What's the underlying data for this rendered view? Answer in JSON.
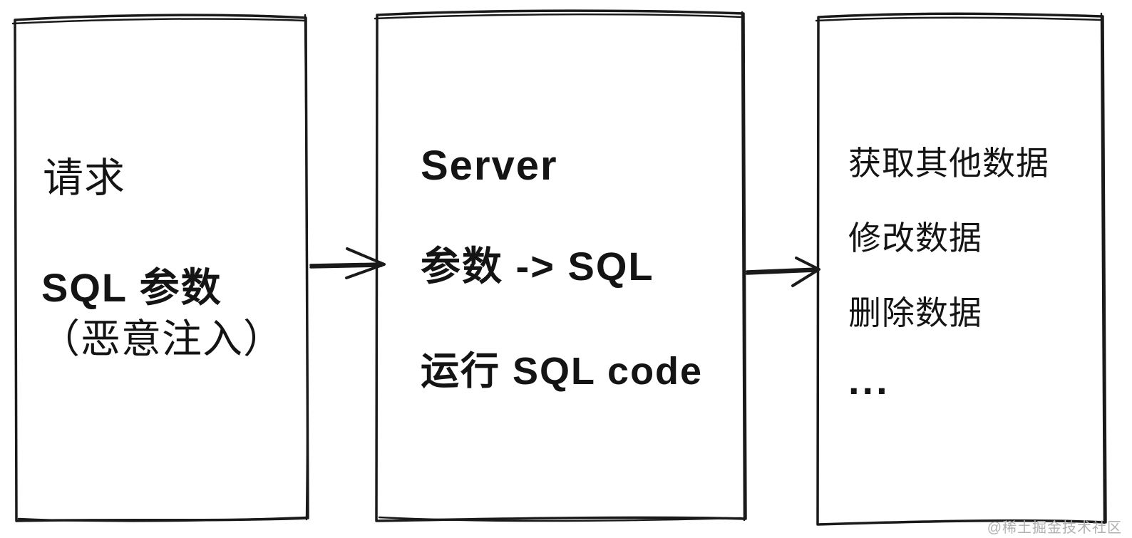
{
  "diagram": {
    "title_hint": "SQL injection flow sketch",
    "colors": {
      "background": "#ffffff",
      "stroke": "#1a1a1a",
      "text": "#141414",
      "watermark": "#b3b1b1"
    },
    "boxes": {
      "request": {
        "name": "client-request-box",
        "l1": "请求",
        "l2": "SQL 参数",
        "l3": "（恶意注入）"
      },
      "server": {
        "name": "server-box",
        "l1": "Server",
        "l2": "参数 -> SQL",
        "l3": "运行 SQL code"
      },
      "result": {
        "name": "attack-result-box",
        "l1": "获取其他数据",
        "l2": "修改数据",
        "l3": "删除数据",
        "l4": "..."
      }
    },
    "arrows": {
      "a1": "right-arrow-request-to-server",
      "a2": "right-arrow-server-to-result"
    },
    "watermark": "@稀土掘金技术社区"
  }
}
